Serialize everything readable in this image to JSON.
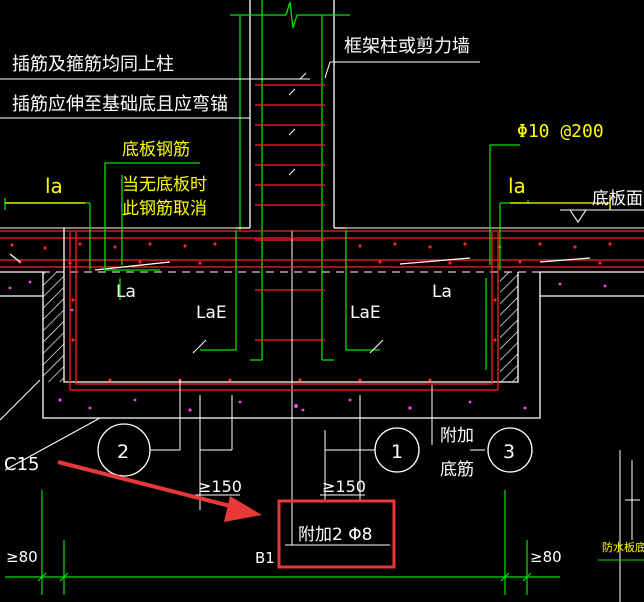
{
  "labels": {
    "rebar_note_1": "插筋及箍筋均同上柱",
    "rebar_note_2": "插筋应伸至基础底且应弯锚",
    "column_wall": "框架柱或剪力墙",
    "bottom_slab_rebar": "底板钢筋",
    "no_slab_1": "当无底板时",
    "no_slab_2": "此钢筋取消",
    "spacing": "Φ10 @200",
    "la_left": "la",
    "la_right": "la",
    "slab_face": "底板面",
    "la_in_left": "La",
    "la_in_right": "La",
    "lae_left": "LaE",
    "lae_right": "LaE",
    "concrete": "C15",
    "marker_2": "2",
    "marker_1": "1",
    "marker_3": "3",
    "add_1": "附加",
    "add_2": "底筋",
    "dim_150_left": "≥150",
    "dim_150_right": "≥150",
    "additional_rebar": "附加2 Φ8",
    "dim_80_left": "≥80",
    "dim_80_right": "≥80",
    "b1": "B1",
    "waterproof": "防水板底"
  },
  "colors": {
    "white": "#ffffff",
    "yellow": "#ffff00",
    "green": "#00e000",
    "red": "#ff2020",
    "magenta": "#ff40ff",
    "highlight": "#e83838"
  }
}
